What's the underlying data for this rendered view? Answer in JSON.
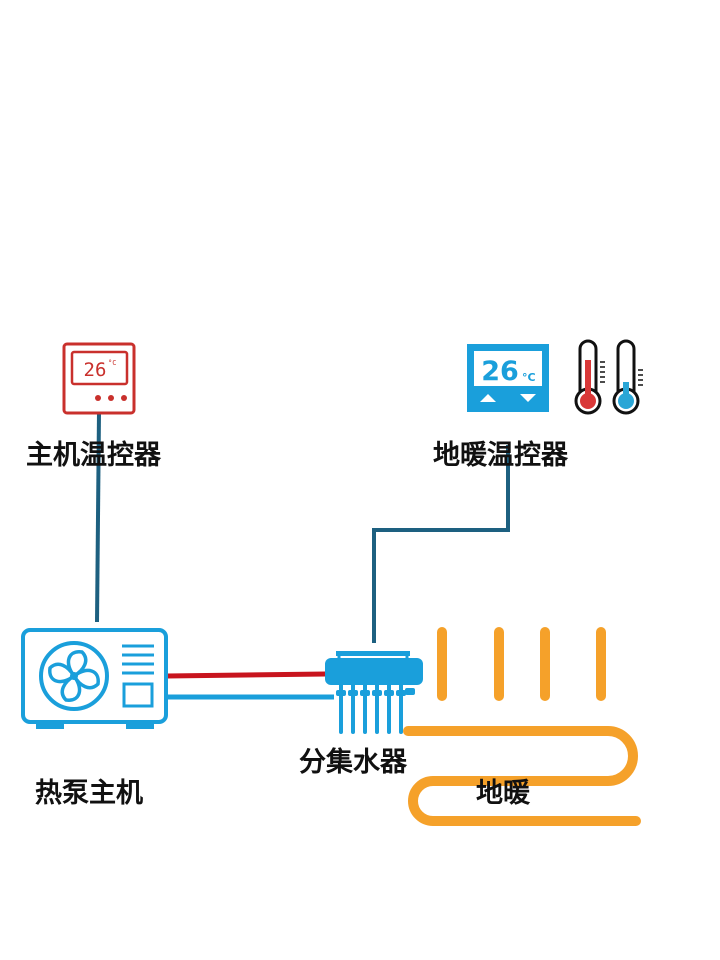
{
  "labels": {
    "host_thermostat": "主机温控器",
    "floor_thermostat": "地暖温控器",
    "heat_pump": "热泵主机",
    "manifold": "分集水器",
    "floor_heating": "地暖"
  },
  "displays": {
    "host_thermostat_temp": "26",
    "host_thermostat_unit": "°C",
    "floor_thermostat_temp": "26",
    "floor_thermostat_unit": "°C"
  },
  "icons": {
    "host_thermostat": "thermostat-panel-icon",
    "floor_thermostat": "thermostat-panel-icon",
    "hot_thermometer": "thermometer-hot-icon",
    "cold_thermometer": "thermometer-cold-icon",
    "heat_pump": "heat-pump-unit-icon",
    "manifold": "water-manifold-icon",
    "floor_heating": "floor-heating-coil-icon"
  },
  "colors": {
    "control_wire": "#1d6080",
    "supply_pipe": "#c8141e",
    "return_pipe": "#1a9fdb",
    "floor_coil": "#f5a12a",
    "host_thermostat_border": "#c9302c",
    "floor_thermostat_fill": "#1a9fdb",
    "unit_outline": "#1a9fdb"
  }
}
